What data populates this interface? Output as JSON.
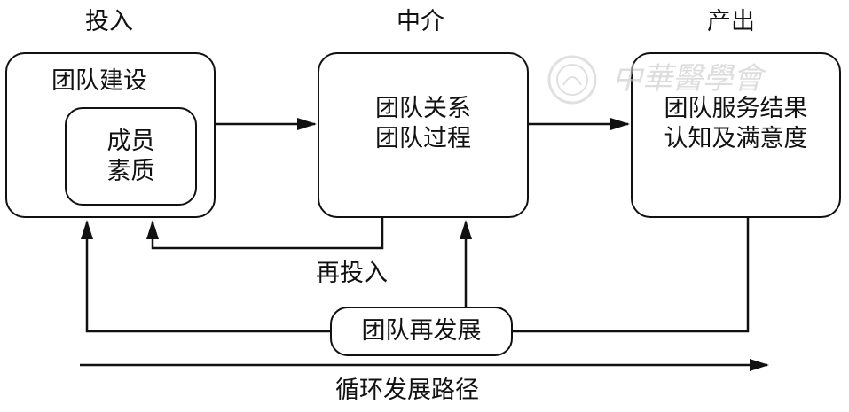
{
  "headers": {
    "input": "投入",
    "mediation": "中介",
    "output": "产出"
  },
  "boxes": {
    "team_building": "团队建设",
    "member_quality": [
      "成员",
      "素质"
    ],
    "team_process": [
      "团队关系",
      "团队过程"
    ],
    "team_outcome": [
      "团队服务结果",
      "认知及满意度"
    ],
    "team_redevelopment": "团队再发展"
  },
  "labels": {
    "reinvest": "再投入",
    "cycle_path": "循环发展路径"
  },
  "watermark": {
    "text": "中華醫學會",
    "color": "#c8c8c8"
  },
  "colors": {
    "line": "#111111",
    "background": "#ffffff"
  }
}
